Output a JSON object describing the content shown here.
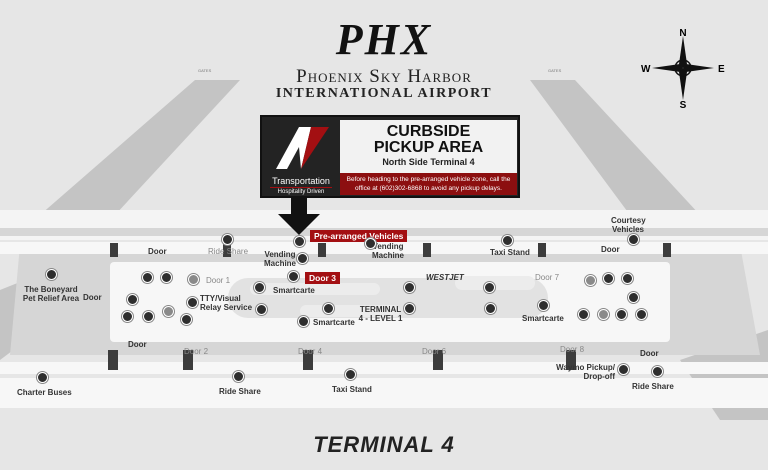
{
  "header": {
    "logo": "PHX",
    "name_line1": "Phoenix Sky Harbor",
    "name_line2": "INTERNATIONAL AIRPORT"
  },
  "sign": {
    "brand": "Transportation",
    "tagline": "Hospitality Driven",
    "title_line1": "CURBSIDE",
    "title_line2": "PICKUP AREA",
    "subtitle": "North Side Terminal 4",
    "note": "Before heading to the pre-arranged vehicle zone, call the office at (602)302-6868 to avoid any pickup delays.",
    "colors": {
      "accent": "#a30f12",
      "dark": "#232323"
    }
  },
  "compass": {
    "n": "N",
    "s": "S",
    "e": "E",
    "w": "W"
  },
  "gates": {
    "left": "GATES",
    "right": "GATES"
  },
  "tags": {
    "prearranged": "Pre-arranged Vehicles",
    "door3": "Door 3"
  },
  "labels": {
    "door_a": "Door",
    "ride_share_top": "Ride Share",
    "vending1": "Vending Machine",
    "vending2": "Vending Machine",
    "taxi_top": "Taxi Stand",
    "courtesy": "Courtesy Vehicles",
    "door_b": "Door",
    "door1": "Door 1",
    "door7": "Door 7",
    "westjet": "WESTJET",
    "boneyard": "The Boneyard Pet Relief Area",
    "door_c": "Door",
    "smartcarte1": "Smartcarte",
    "tty": "TTY/Visual Relay Service",
    "smartcarte2": "Smartcarte",
    "terminal_level": "TERMINAL 4 - LEVEL 1",
    "smartcarte3": "Smartcarte",
    "door_d": "Door",
    "door2": "Door 2",
    "door4": "Door 4",
    "door6": "Door 6",
    "door8": "Door 8",
    "door_e": "Door",
    "waymo": "Waymo Pickup/ Drop-off",
    "charter": "Charter Buses",
    "ride_share_bottom": "Ride Share",
    "taxi_bottom": "Taxi Stand",
    "ride_share_right": "Ride Share"
  },
  "footer": {
    "terminal": "TERMINAL 4"
  }
}
